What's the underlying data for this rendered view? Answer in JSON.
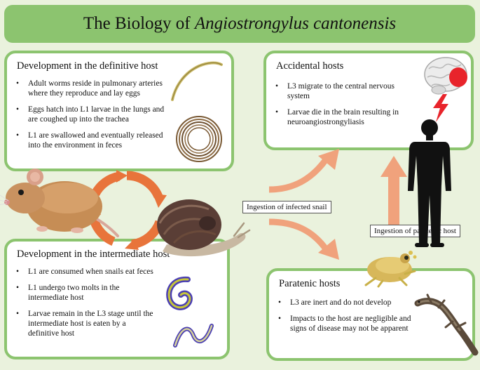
{
  "title": {
    "prefix": "The Biology of ",
    "italic": "Angiostrongylus cantonensis"
  },
  "colors": {
    "background": "#eaf2dd",
    "panel_border": "#8cc46f",
    "cycle": "#e8743b",
    "arrow": "#f0a27c"
  },
  "definitive": {
    "title": "Development in the definitive host",
    "bullets": [
      "Adult worms reside in pulmonary arteries where they reproduce and lay eggs",
      "Eggs hatch into L1 larvae in the lungs and are coughed up into the trachea",
      "L1 are swallowed and eventually released into the environment in feces"
    ]
  },
  "intermediate": {
    "title": "Development in the intermediate host",
    "bullets": [
      "L1 are consumed when snails eat feces",
      "L1 undergo two molts in the intermediate host",
      "Larvae remain in the L3 stage until the intermediate host is eaten by a definitive host"
    ]
  },
  "accidental": {
    "title": "Accidental hosts",
    "bullets": [
      "L3 migrate to the central nervous system",
      "Larvae die in the brain resulting in neuroangiostrongyliasis"
    ]
  },
  "paratenic": {
    "title": "Paratenic hosts",
    "bullets": [
      "L3 are inert and do not develop",
      "Impacts to the host are negligible and signs of disease may not be apparent"
    ]
  },
  "labels": {
    "ingestion_snail": "Ingestion of infected snail",
    "ingestion_paratenic": "Ingestion of paratenic host"
  },
  "icons": [
    "worm-icon",
    "coiled-worm-icon",
    "rat-icon",
    "snail-icon",
    "larva-icon",
    "brain-icon",
    "lightning-icon",
    "human-silhouette-icon",
    "frog-icon",
    "lizard-icon",
    "cycle-arrows-icon"
  ]
}
